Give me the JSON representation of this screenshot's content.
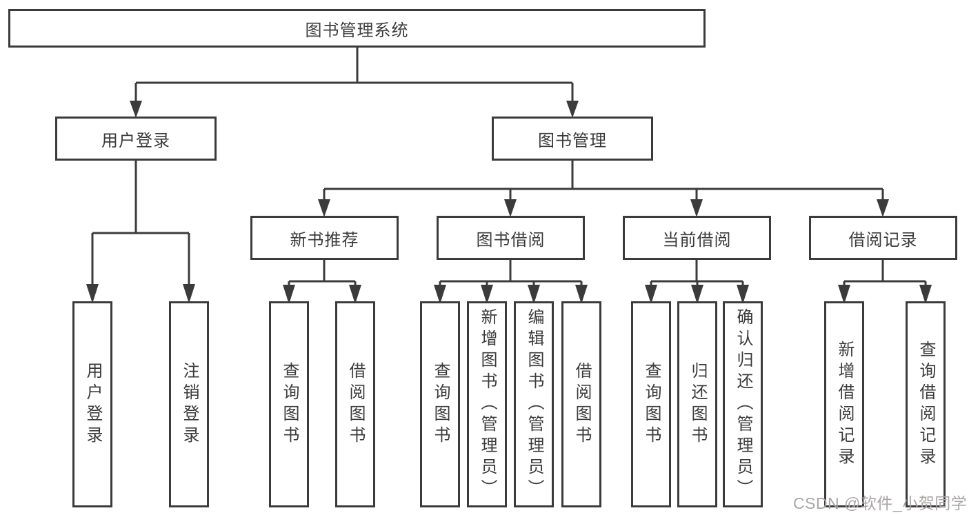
{
  "diagram": {
    "root": {
      "label": "图书管理系统"
    },
    "level2": [
      {
        "label": "用户登录"
      },
      {
        "label": "图书管理"
      }
    ],
    "level3": [
      {
        "label": "新书推荐"
      },
      {
        "label": "图书借阅"
      },
      {
        "label": "当前借阅"
      },
      {
        "label": "借阅记录"
      }
    ],
    "leaves": [
      {
        "label": "用户登录",
        "parent": "用户登录"
      },
      {
        "label": "注销登录",
        "parent": "用户登录"
      },
      {
        "label": "查询图书",
        "parent": "新书推荐"
      },
      {
        "label": "借阅图书",
        "parent": "新书推荐"
      },
      {
        "label": "查询图书",
        "parent": "图书借阅"
      },
      {
        "label": "新增图书（管理员）",
        "parent": "图书借阅"
      },
      {
        "label": "编辑图书（管理员）",
        "parent": "图书借阅"
      },
      {
        "label": "借阅图书",
        "parent": "图书借阅"
      },
      {
        "label": "查询图书",
        "parent": "当前借阅"
      },
      {
        "label": "归还图书",
        "parent": "当前借阅"
      },
      {
        "label": "确认归还（管理员）",
        "parent": "当前借阅"
      },
      {
        "label": "新增借阅记录",
        "parent": "借阅记录"
      },
      {
        "label": "查询借阅记录",
        "parent": "借阅记录"
      }
    ],
    "watermark": "CSDN @软件_小贺同学",
    "colors": {
      "line": "#3b3b3b",
      "text": "#3b3b3b",
      "background": "#ffffff",
      "watermark": "#a9a5a5"
    }
  }
}
